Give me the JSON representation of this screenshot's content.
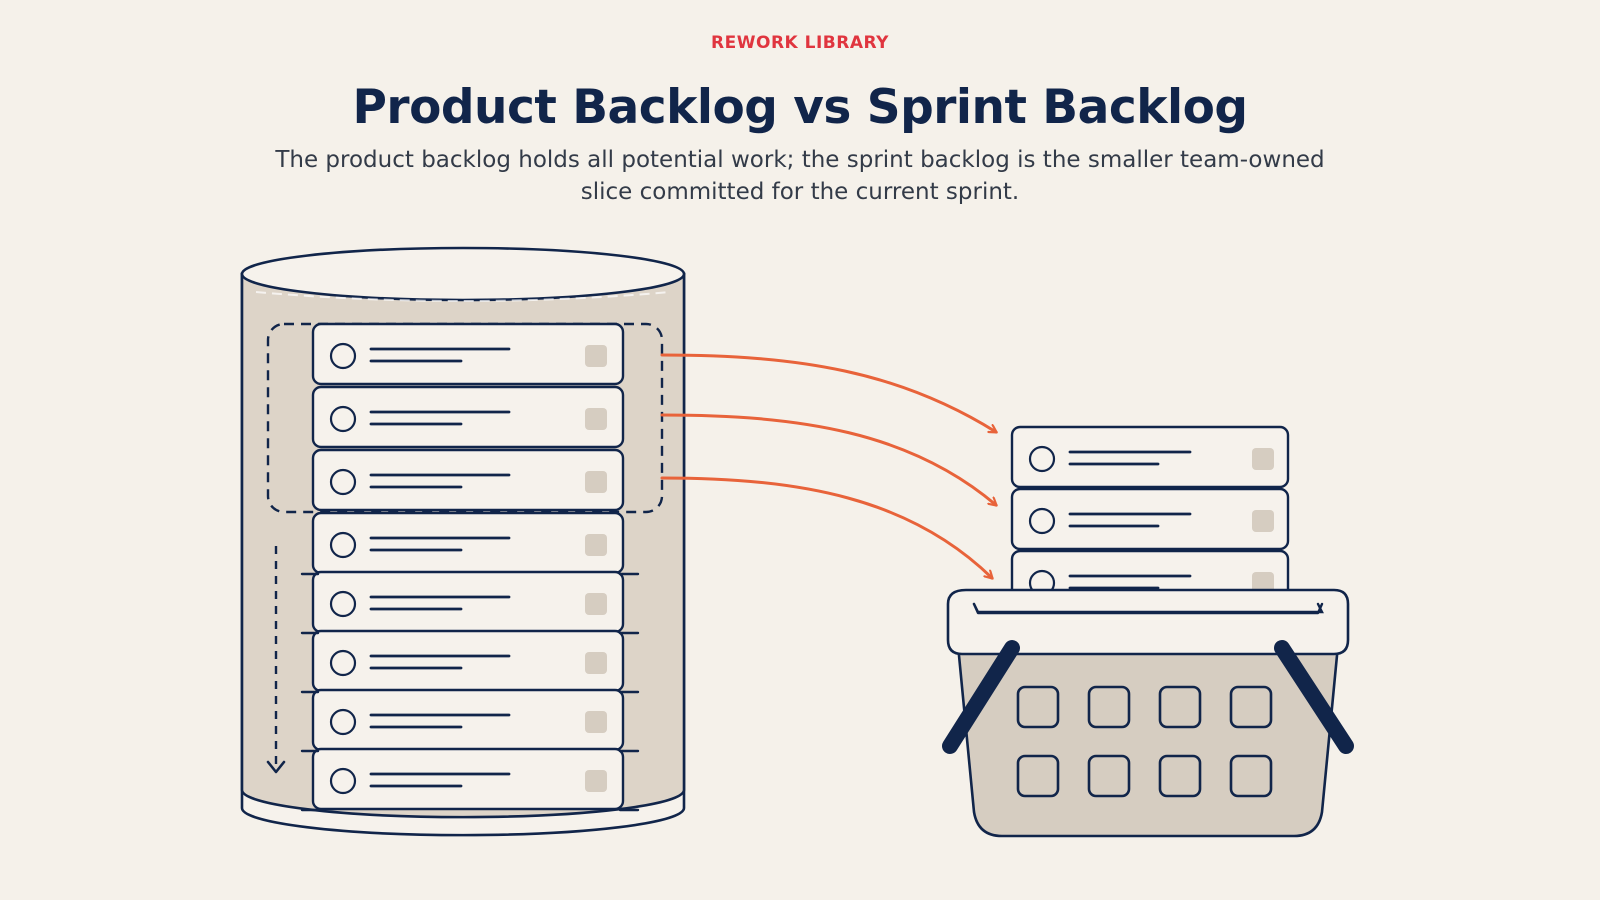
{
  "header": {
    "eyebrow": "REWORK LIBRARY",
    "title": "Product Backlog vs Sprint Backlog",
    "subtitle": "The product backlog holds all potential work; the sprint backlog is the smaller team-owned slice committed for the current sprint."
  },
  "diagram": {
    "product_backlog_item_count": 8,
    "selected_item_count": 3,
    "sprint_backlog_item_count": 3,
    "colors": {
      "background": "#f5f1ea",
      "ink": "#11254a",
      "accent": "#e0353f",
      "arrow": "#e8633a",
      "container_fill": "#ddd4c8",
      "card_fill": "#f6f2ec",
      "basket_fill": "#d6cdc1"
    }
  }
}
